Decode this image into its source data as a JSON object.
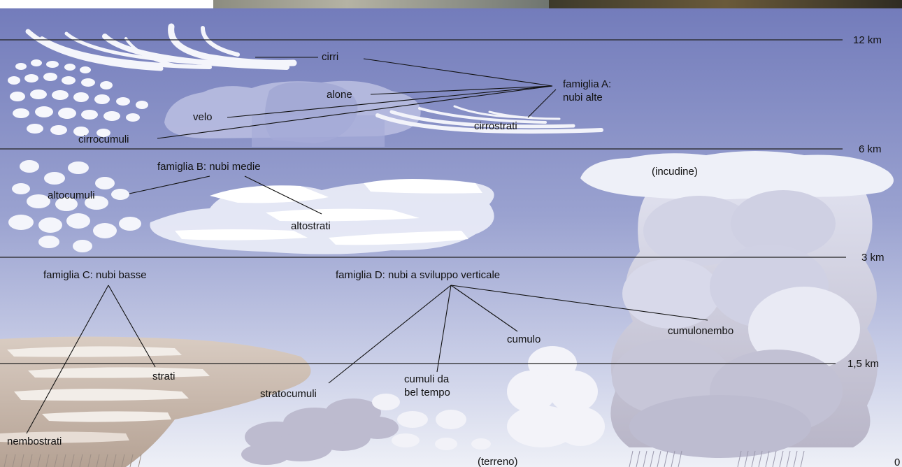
{
  "altitudes": [
    "12 km",
    "6 km",
    "3 km",
    "1,5 km",
    "0"
  ],
  "families": {
    "A": "famiglia A:",
    "A2": "nubi alte",
    "B": "famiglia B: nubi medie",
    "C": "famiglia C: nubi basse",
    "D": "famiglia D: nubi a sviluppo verticale"
  },
  "clouds": {
    "cirri": "cirri",
    "alone": "alone",
    "velo": "velo",
    "cirrocumuli": "cirrocumuli",
    "cirrostrati": "cirrostrati",
    "altocumuli": "altocumuli",
    "altostrati": "altostrati",
    "incudine": "(incudine)",
    "strati": "strati",
    "nembostrati": "nembostrati",
    "stratocumuli": "stratocumuli",
    "cumuli1": "cumuli da",
    "cumuli2": "bel tempo",
    "cumulo": "cumulo",
    "cumulonembo": "cumulonembo",
    "terreno": "(terreno)"
  },
  "colors": {
    "sky_top": "#7a84bf",
    "sky_bottom": "#e6e9f4",
    "line": "#222222",
    "cloud": "#f5f6fb",
    "storm": "#c9c8d8",
    "stratus": "#c8b7ad"
  }
}
